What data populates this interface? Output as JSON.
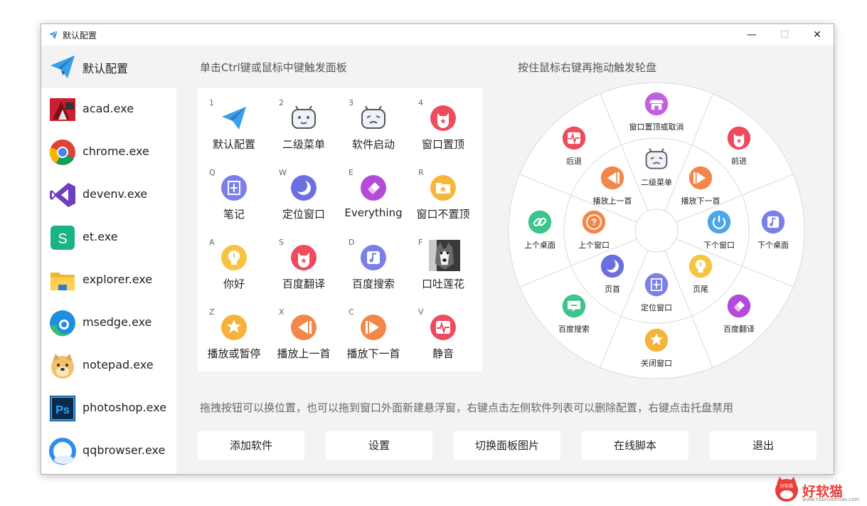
{
  "window": {
    "title": "默认配置",
    "minimize": "—",
    "maximize": "☐",
    "close": "✕"
  },
  "sidebar": {
    "items": [
      {
        "label": "默认配置",
        "icon": "paper-plane-icon"
      },
      {
        "label": "acad.exe",
        "icon": "autocad-icon"
      },
      {
        "label": "chrome.exe",
        "icon": "chrome-icon"
      },
      {
        "label": "devenv.exe",
        "icon": "visual-studio-icon"
      },
      {
        "label": "et.exe",
        "icon": "wps-sheet-icon"
      },
      {
        "label": "explorer.exe",
        "icon": "folder-icon"
      },
      {
        "label": "msedge.exe",
        "icon": "edge-icon"
      },
      {
        "label": "notepad.exe",
        "icon": "doge-icon"
      },
      {
        "label": "photoshop.exe",
        "icon": "photoshop-icon"
      },
      {
        "label": "qqbrowser.exe",
        "icon": "qqbrowser-icon"
      }
    ]
  },
  "panel": {
    "heading": "单击Ctrl键或鼠标中键触发面板",
    "cells": [
      {
        "key": "1",
        "label": "默认配置",
        "icon": "paper-plane-icon",
        "color": "#3aa0e8"
      },
      {
        "key": "2",
        "label": "二级菜单",
        "icon": "bilibili-face-icon",
        "color": "#666666"
      },
      {
        "key": "3",
        "label": "软件启动",
        "icon": "bilibili-face-icon",
        "color": "#666666"
      },
      {
        "key": "4",
        "label": "窗口置顶",
        "icon": "pig-icon",
        "color": "#ee4b5e"
      },
      {
        "key": "Q",
        "label": "笔记",
        "icon": "note-icon",
        "color": "#7b7fe8"
      },
      {
        "key": "W",
        "label": "定位窗口",
        "icon": "moon-icon",
        "color": "#6c6fe0"
      },
      {
        "key": "E",
        "label": "Everything",
        "icon": "eraser-icon",
        "color": "#b44ad8"
      },
      {
        "key": "R",
        "label": "窗口不置顶",
        "icon": "folder-star-icon",
        "color": "#f7b53a"
      },
      {
        "key": "A",
        "label": "你好",
        "icon": "bulb-icon",
        "color": "#f6c441"
      },
      {
        "key": "S",
        "label": "百度翻译",
        "icon": "pig-icon",
        "color": "#ee4b5e"
      },
      {
        "key": "D",
        "label": "百度搜索",
        "icon": "music-icon",
        "color": "#7b7fe8"
      },
      {
        "key": "F",
        "label": "口吐莲花",
        "icon": "dog-photo-icon",
        "color": "#555555"
      },
      {
        "key": "Z",
        "label": "播放或暂停",
        "icon": "star-hand-icon",
        "color": "#f6b23a"
      },
      {
        "key": "X",
        "label": "播放上一首",
        "icon": "prev-icon",
        "color": "#f2874a"
      },
      {
        "key": "C",
        "label": "播放下一首",
        "icon": "next-icon",
        "color": "#f2874a"
      },
      {
        "key": "V",
        "label": "静音",
        "icon": "pulse-icon",
        "color": "#ee4b5e"
      }
    ]
  },
  "wheel": {
    "heading": "按住鼠标右键再拖动触发轮盘",
    "outer": [
      {
        "label": "窗口置顶或取消",
        "icon": "shop-icon",
        "color": "#c261e0"
      },
      {
        "label": "前进",
        "icon": "pig-icon",
        "color": "#ee4b5e"
      },
      {
        "label": "下个桌面",
        "icon": "music-icon",
        "color": "#7b7fe8"
      },
      {
        "label": "百度翻译",
        "icon": "eraser-icon",
        "color": "#b44ad8"
      },
      {
        "label": "关闭窗口",
        "icon": "star-hand-icon",
        "color": "#f6b23a"
      },
      {
        "label": "百度搜索",
        "icon": "chat-icon",
        "color": "#3cc48a"
      },
      {
        "label": "上个桌面",
        "icon": "link-icon",
        "color": "#3cc48a"
      },
      {
        "label": "后退",
        "icon": "pulse-icon",
        "color": "#ee4b5e"
      }
    ],
    "inner": [
      {
        "label": "二级菜单",
        "icon": "bilibili-face-icon",
        "color": "#666666"
      },
      {
        "label": "播放下一首",
        "icon": "next-icon",
        "color": "#f2874a"
      },
      {
        "label": "下个窗口",
        "icon": "power-icon",
        "color": "#4aa8e8"
      },
      {
        "label": "页尾",
        "icon": "bulb-icon",
        "color": "#f6c441"
      },
      {
        "label": "定位窗口",
        "icon": "note-icon",
        "color": "#7b7fe8"
      },
      {
        "label": "页首",
        "icon": "moon-icon",
        "color": "#6c6fe0"
      },
      {
        "label": "上个窗口",
        "icon": "question-icon",
        "color": "#f2874a"
      },
      {
        "label": "播放上一首",
        "icon": "prev-icon",
        "color": "#f2874a"
      }
    ]
  },
  "hint": "拖拽按钮可以换位置，也可以拖到窗口外面新建悬浮窗，右键点击左侧软件列表可以删除配置，右键点击托盘禁用",
  "buttons": [
    {
      "label": "添加软件",
      "name": "add-software-button"
    },
    {
      "label": "设置",
      "name": "settings-button"
    },
    {
      "label": "切换面板图片",
      "name": "switch-panel-image-button"
    },
    {
      "label": "在线脚本",
      "name": "online-script-button"
    },
    {
      "label": "退出",
      "name": "exit-button"
    }
  ],
  "watermark": {
    "text": "好软猫",
    "url": "www.haoruanmao.com",
    "badge": "好软猫"
  }
}
